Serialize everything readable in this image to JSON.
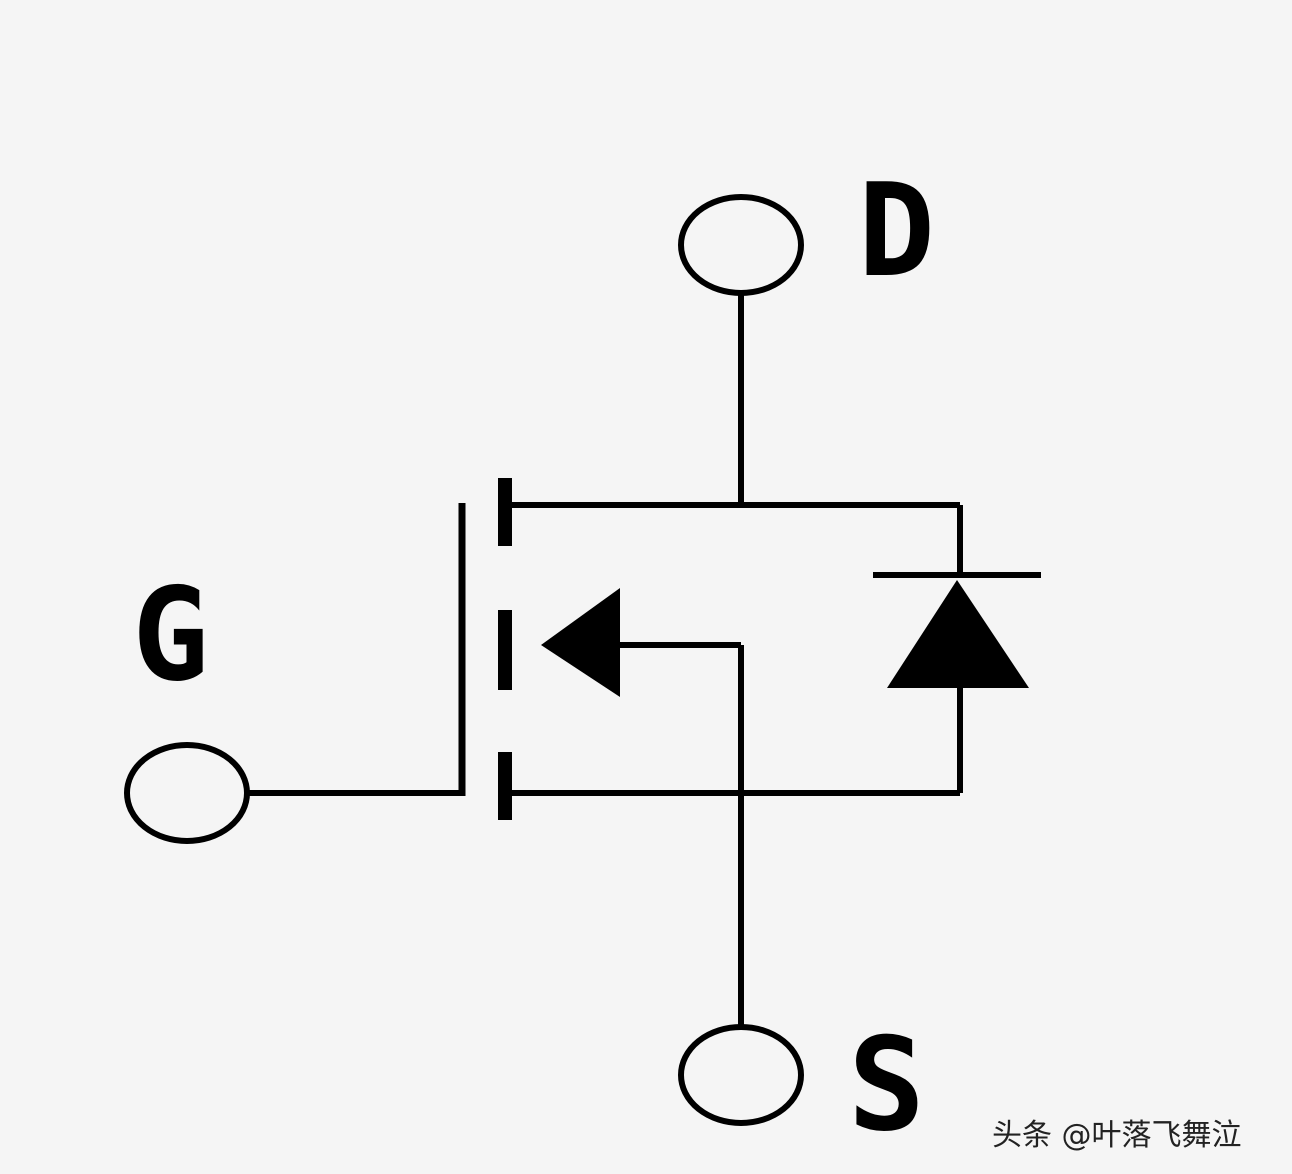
{
  "labels": {
    "drain": "D",
    "gate": "G",
    "source": "S"
  },
  "watermark": "头条 @叶落飞舞泣",
  "colors": {
    "background": "#f5f5f5",
    "ink": "#000000"
  }
}
